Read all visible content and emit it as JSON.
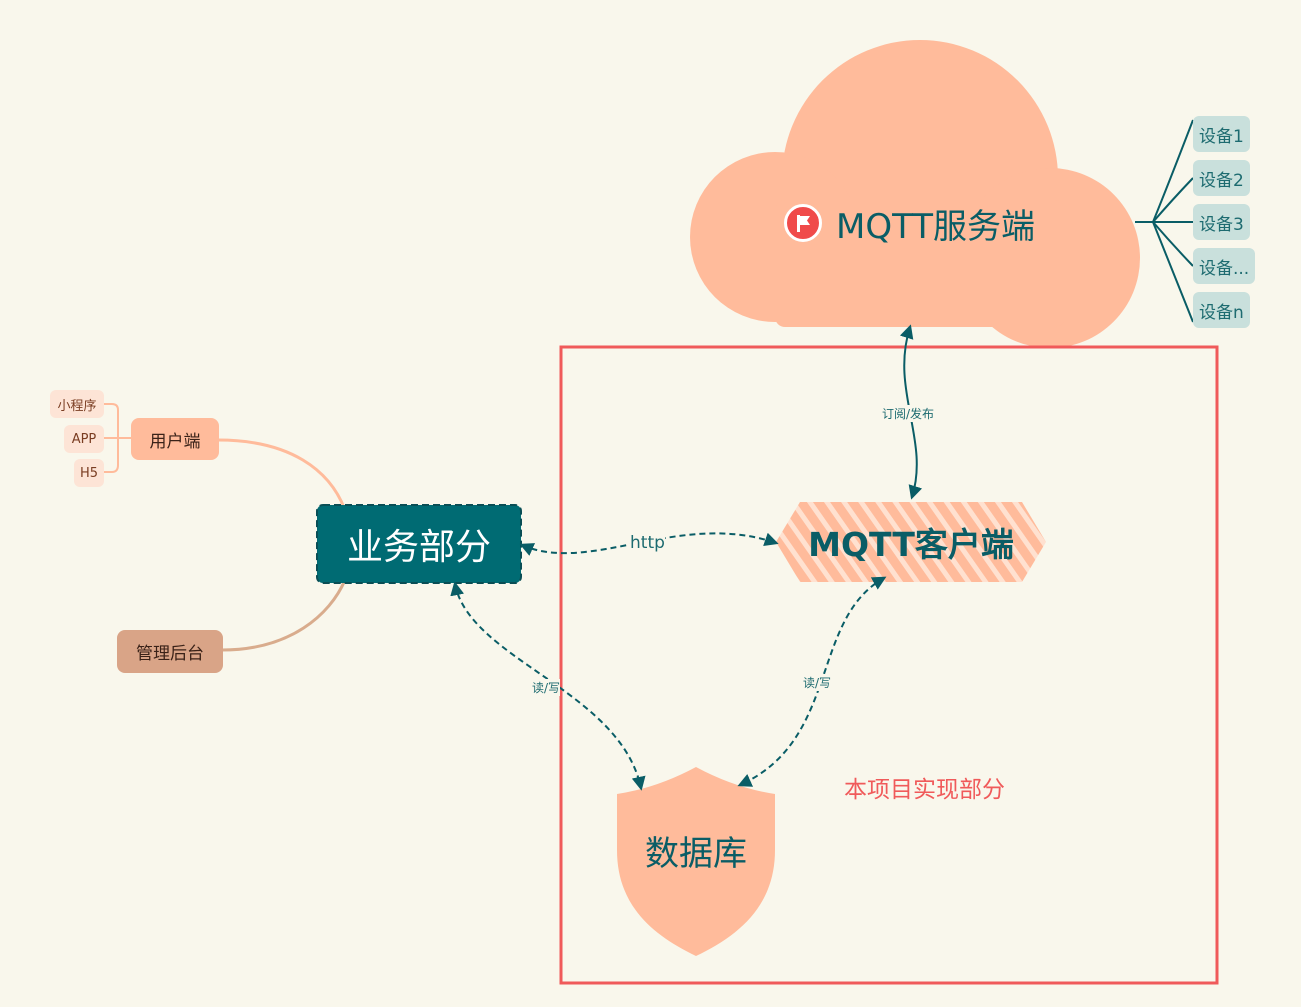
{
  "mqtt_server": {
    "label": "MQTT服务端",
    "icon": "red-flag-icon"
  },
  "devices": [
    "设备1",
    "设备2",
    "设备3",
    "设备...",
    "设备n"
  ],
  "mqtt_client": {
    "label": "MQTT客户端"
  },
  "business": {
    "label": "业务部分"
  },
  "database": {
    "label": "数据库"
  },
  "user_side": {
    "label": "用户端",
    "children": [
      "小程序",
      "APP",
      "H5"
    ]
  },
  "admin": {
    "label": "管理后台"
  },
  "edges": {
    "subscribe_publish": "订阅/发布",
    "http": "http",
    "rw_left": "读/写",
    "rw_right": "读/写"
  },
  "project_scope": {
    "label": "本项目实现部分"
  },
  "colors": {
    "background": "#f9f7ec",
    "peach": "#ffbb9b",
    "teal": "#006b73",
    "red_frame": "#f05a5a",
    "device_fill": "#c9e0dc"
  }
}
